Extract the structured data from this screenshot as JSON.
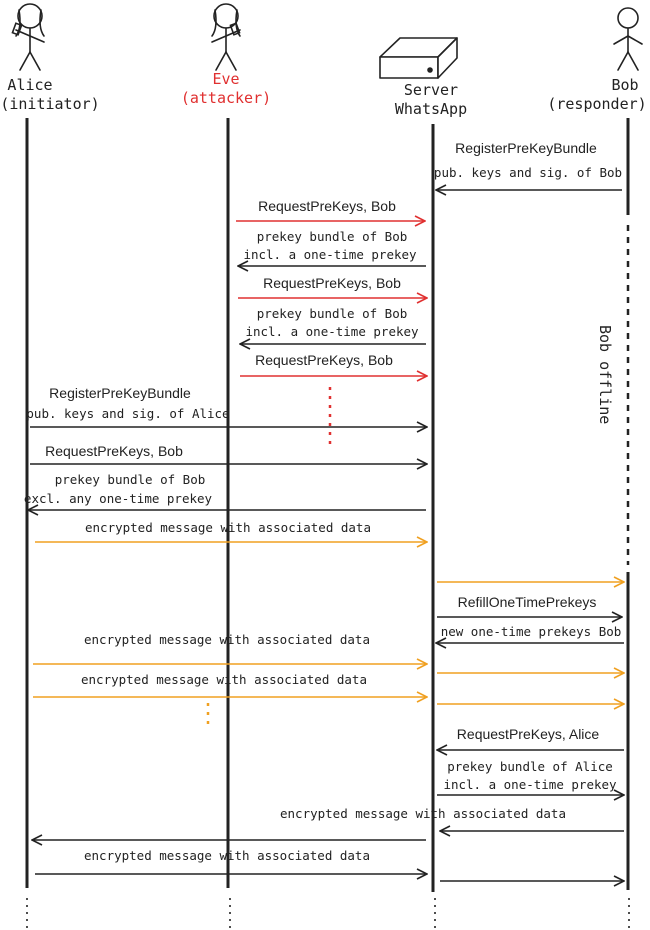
{
  "actors": {
    "alice": {
      "name": "Alice",
      "role": "(initiator)"
    },
    "eve": {
      "name": "Eve",
      "role": "(attacker)"
    },
    "server": {
      "name": "Server",
      "role": "WhatsApp"
    },
    "bob": {
      "name": "Bob",
      "role": "(responder)"
    }
  },
  "colors": {
    "ink": "#222222",
    "attack": "#e03030",
    "message": "#f0a020"
  },
  "bob_status": "Bob offline",
  "messages": {
    "m1": {
      "line1": "RegisterPreKeyBundle",
      "line2": "pub. keys and sig. of Bob"
    },
    "m2": {
      "line1": "RequestPreKeys, Bob"
    },
    "m3": {
      "line1": "prekey bundle of Bob",
      "line2": "incl. a one-time prekey"
    },
    "m4": {
      "line1": "RequestPreKeys, Bob"
    },
    "m5": {
      "line1": "prekey bundle of Bob",
      "line2": "incl. a one-time prekey"
    },
    "m6": {
      "line1": "RequestPreKeys, Bob"
    },
    "m7": {
      "line1": "RegisterPreKeyBundle",
      "line2": "pub. keys and sig. of Alice"
    },
    "m8": {
      "line1": "RequestPreKeys, Bob"
    },
    "m9": {
      "line1": "prekey bundle of Bob",
      "line2": "excl. any one-time prekey"
    },
    "m10": {
      "line1": "encrypted message with associated data"
    },
    "m11": {
      "line1": "RefillOneTimePrekeys"
    },
    "m12": {
      "line1": "new one-time prekeys Bob"
    },
    "m13": {
      "line1": "encrypted message with associated data"
    },
    "m14": {
      "line1": "encrypted message with associated data"
    },
    "m15": {
      "line1": "RequestPreKeys, Alice"
    },
    "m16": {
      "line1": "prekey bundle of Alice",
      "line2": "incl. a one-time prekey"
    },
    "m17": {
      "line1": "encrypted message with associated data"
    },
    "m18": {
      "line1": "encrypted message with associated data"
    }
  }
}
